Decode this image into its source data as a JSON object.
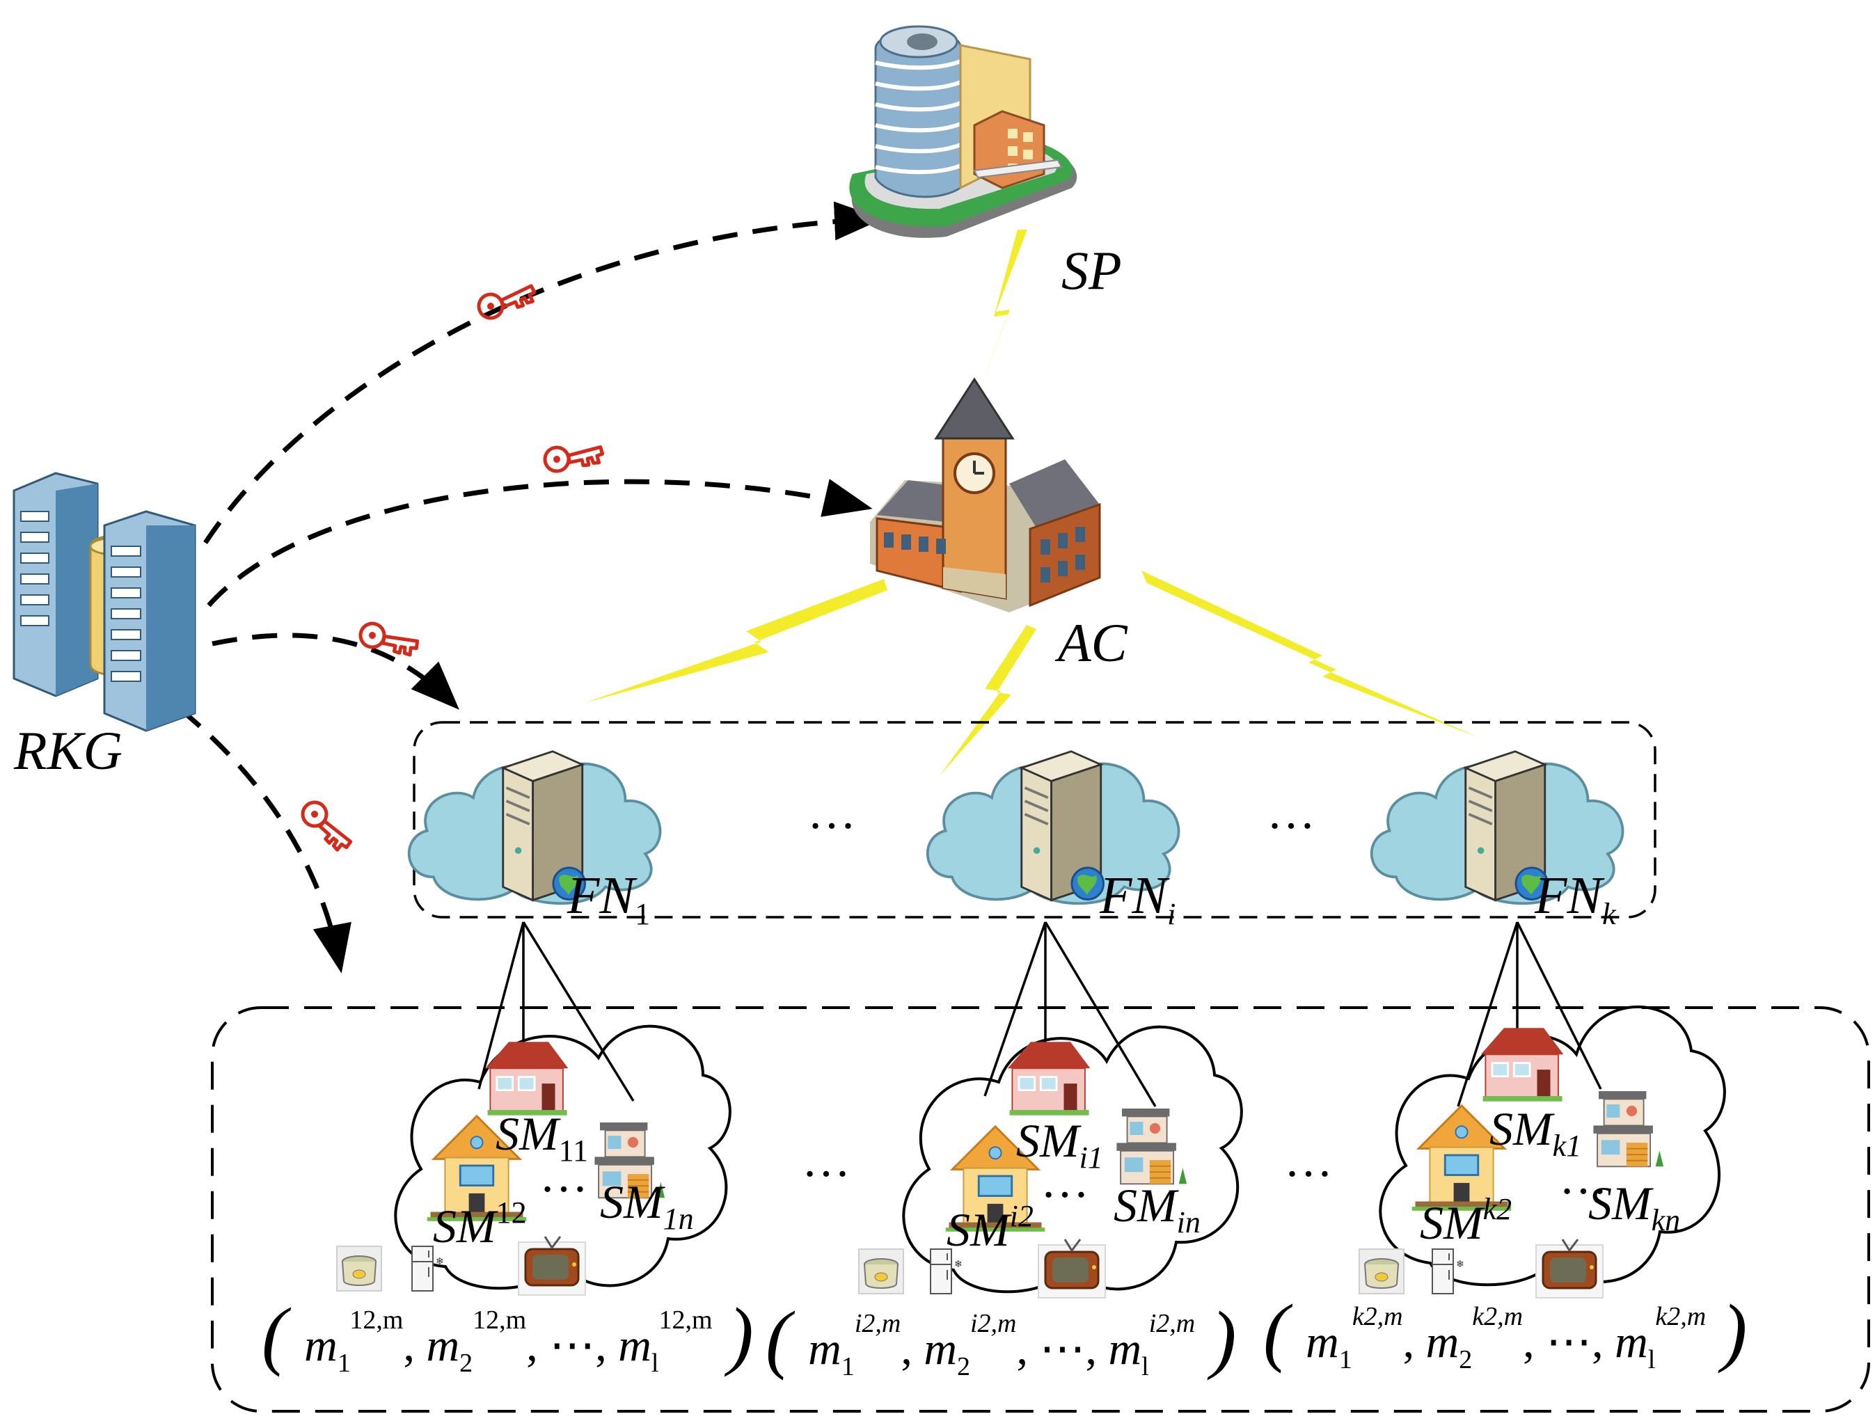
{
  "labels": {
    "sp": "SP",
    "ac": "AC",
    "rkg": "RKG"
  },
  "fog_nodes": [
    {
      "base": "FN",
      "sub": "1"
    },
    {
      "base": "FN",
      "sub": "i"
    },
    {
      "base": "FN",
      "sub": "k"
    }
  ],
  "ellipsis": "…",
  "meters": [
    {
      "top": {
        "base": "SM",
        "sub": "11"
      },
      "left": {
        "base": "SM",
        "sub": "12"
      },
      "right": {
        "base": "SM",
        "sub": "1n"
      },
      "formula": {
        "open": "(",
        "close": ")",
        "m": "m",
        "s1": "1",
        "s2": "2",
        "sl": "l",
        "sup": "12,m",
        "sep": ",",
        "cdots": "⋯"
      }
    },
    {
      "top": {
        "base": "SM",
        "sub": "i1"
      },
      "left": {
        "base": "SM",
        "sub": "i2"
      },
      "right": {
        "base": "SM",
        "sub": "in"
      },
      "formula": {
        "open": "(",
        "close": ")",
        "m": "m",
        "s1": "1",
        "s2": "2",
        "sl": "l",
        "sup": "i2,m",
        "sep": ",",
        "cdots": "⋯"
      }
    },
    {
      "top": {
        "base": "SM",
        "sub": "k1"
      },
      "left": {
        "base": "SM",
        "sub": "k2"
      },
      "right": {
        "base": "SM",
        "sub": "kn"
      },
      "formula": {
        "open": "(",
        "close": ")",
        "m": "m",
        "s1": "1",
        "s2": "2",
        "sl": "l",
        "sup": "k2,m",
        "sep": ",",
        "cdots": "⋯"
      }
    }
  ],
  "colors": {
    "lightning": "#f2ec2a",
    "key": "#d42a1a",
    "cloud_fill": "#9fd4e0",
    "cloud_stroke": "#5b8fa0",
    "arrow": "#000000"
  },
  "icons": {
    "sp": "office-building-icon",
    "ac": "clock-tower-building-icon",
    "rkg": "server-database-icon",
    "key": "key-icon",
    "fog": "cloud-server-icon",
    "house": "house-icon",
    "appliances": [
      "rice-cooker-icon",
      "refrigerator-icon",
      "television-icon"
    ]
  }
}
